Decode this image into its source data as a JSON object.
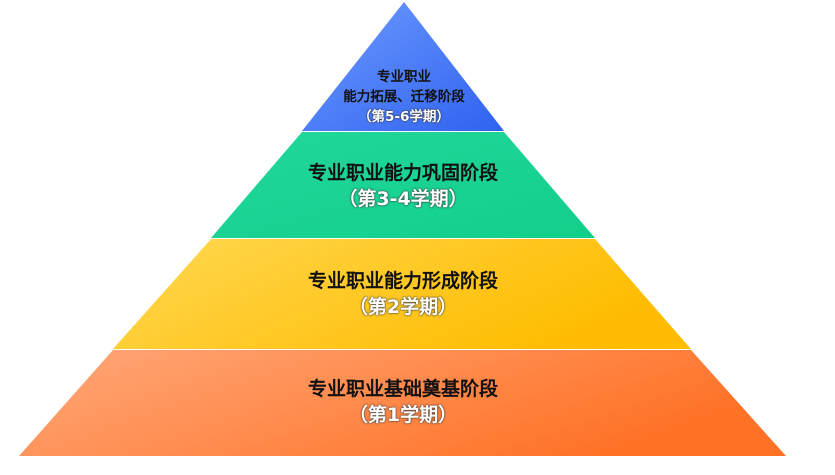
{
  "tiers": [
    {
      "title_line1": "专业职业",
      "title_line2": "能力拓展、迁移阶段",
      "subtitle": "（第5-6学期）",
      "color_start": "#6E9BFF",
      "color_end": "#2F62F0"
    },
    {
      "title": "专业职业能力巩固阶段",
      "subtitle": "（第3-4学期）",
      "color_start": "#1ED69A",
      "color_end": "#14D08C"
    },
    {
      "title": "专业职业能力形成阶段",
      "subtitle": "（第2学期）",
      "color_start": "#FFD54A",
      "color_end": "#FFBE00"
    },
    {
      "title": "专业职业基础奠基阶段",
      "subtitle": "（第1学期）",
      "color_start": "#FFA677",
      "color_end": "#FF7326"
    }
  ]
}
